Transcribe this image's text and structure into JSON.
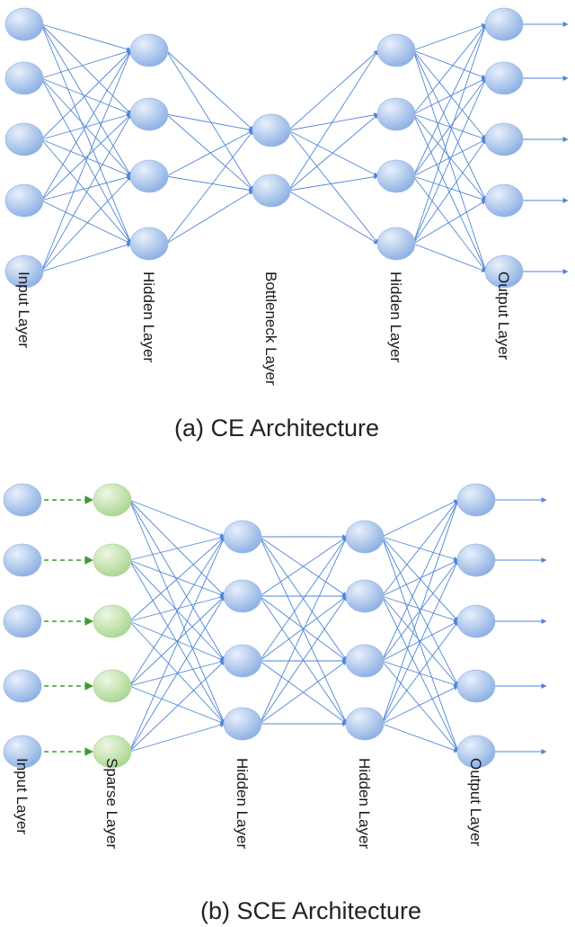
{
  "colors": {
    "edge": "#4f86d6",
    "dashed_edge": "#3f9a2f",
    "node_light": "#e9f0fb",
    "node_dark": "#8aaee3",
    "sparse_light": "#eef7e4",
    "sparse_dark": "#a9d58e",
    "text": "#222222"
  },
  "panels": [
    {
      "id": "ce",
      "caption": "(a) CE Architecture",
      "layers": [
        {
          "label": "Input Layer",
          "nodes": 5,
          "kind": "blue"
        },
        {
          "label": "Hidden Layer",
          "nodes": 4,
          "kind": "blue"
        },
        {
          "label": "Bottleneck Layer",
          "nodes": 2,
          "kind": "blue"
        },
        {
          "label": "Hidden Layer",
          "nodes": 4,
          "kind": "blue"
        },
        {
          "label": "Output Layer",
          "nodes": 5,
          "kind": "blue"
        }
      ],
      "connections": [
        {
          "from": 0,
          "to": 1,
          "style": "full"
        },
        {
          "from": 1,
          "to": 2,
          "style": "full"
        },
        {
          "from": 2,
          "to": 3,
          "style": "full"
        },
        {
          "from": 3,
          "to": 4,
          "style": "full"
        }
      ],
      "output_arrows": true
    },
    {
      "id": "sce",
      "caption": "(b) SCE Architecture",
      "layers": [
        {
          "label": "Input Layer",
          "nodes": 5,
          "kind": "blue"
        },
        {
          "label": "Sparse Layer",
          "nodes": 5,
          "kind": "green"
        },
        {
          "label": "Hidden Layer",
          "nodes": 4,
          "kind": "blue"
        },
        {
          "label": "Hidden Layer",
          "nodes": 4,
          "kind": "blue"
        },
        {
          "label": "Output Layer",
          "nodes": 5,
          "kind": "blue"
        }
      ],
      "connections": [
        {
          "from": 0,
          "to": 1,
          "style": "dashed-one-to-one"
        },
        {
          "from": 1,
          "to": 2,
          "style": "full"
        },
        {
          "from": 2,
          "to": 3,
          "style": "full"
        },
        {
          "from": 3,
          "to": 4,
          "style": "full"
        }
      ],
      "output_arrows": true
    }
  ]
}
